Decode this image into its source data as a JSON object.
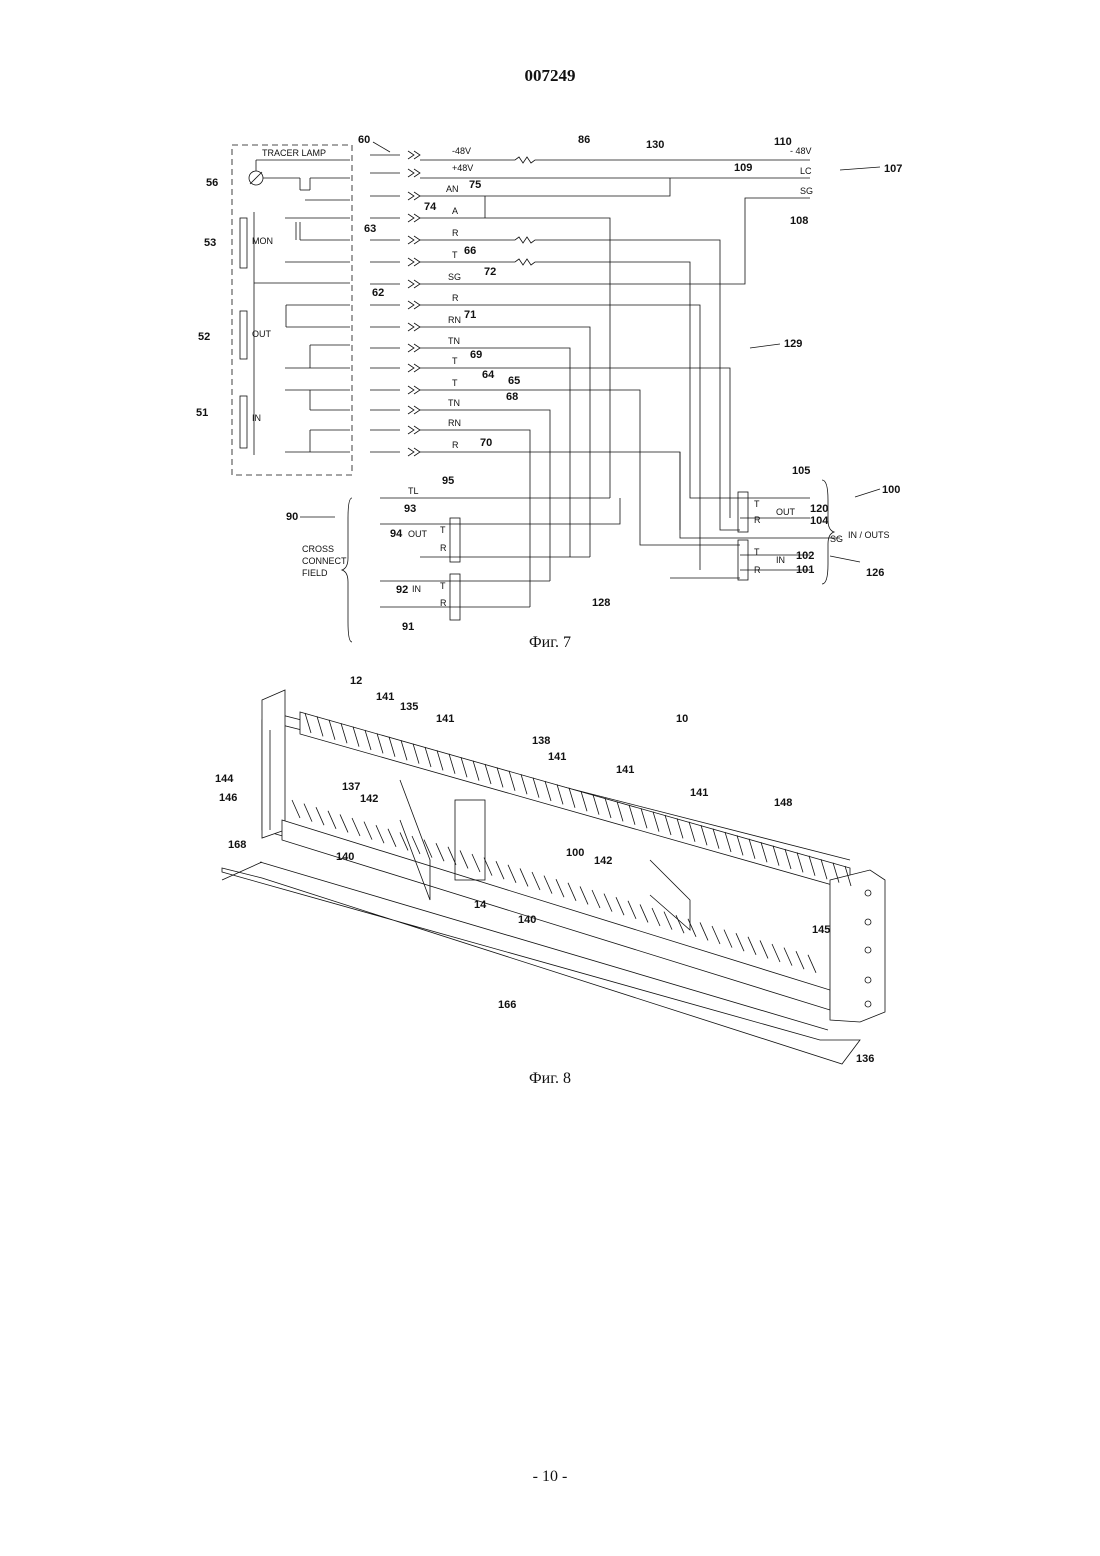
{
  "header": {
    "doc_number": "007249"
  },
  "footer": {
    "page_number": "- 10 -"
  },
  "fig7": {
    "caption": "Фиг. 7",
    "labels": {
      "tracer_lamp": "TRACER LAMP",
      "mon": "MON",
      "out": "OUT",
      "in": "IN",
      "m48v": "-48V",
      "p48v": "+48V",
      "an": "AN",
      "a": "A",
      "r": "R",
      "t": "T",
      "sg": "SG",
      "rn": "RN",
      "tn": "TN",
      "tl": "TL",
      "m48v_right": "- 48V",
      "lc": "LC",
      "sg_right": "SG",
      "in_outs": "IN / OUTS",
      "sg_out": "SG",
      "cross_connect": [
        "CROSS",
        "CONNECT",
        "FIELD"
      ]
    },
    "refs": {
      "r60": "60",
      "r86": "86",
      "r130": "130",
      "r110": "110",
      "r107": "107",
      "r109": "109",
      "r108": "108",
      "r56": "56",
      "r75": "75",
      "r74": "74",
      "r53": "53",
      "r63": "63",
      "r66": "66",
      "r72": "72",
      "r62": "62",
      "r52": "52",
      "r71": "71",
      "r69": "69",
      "r129": "129",
      "r64": "64",
      "r65": "65",
      "r51": "51",
      "r68": "68",
      "r70": "70",
      "r95": "95",
      "r105": "105",
      "r100": "100",
      "r90": "90",
      "r93": "93",
      "r120": "120",
      "r104": "104",
      "r94": "94",
      "r102": "102",
      "r101": "101",
      "r126": "126",
      "r92": "92",
      "r128": "128",
      "r91": "91"
    }
  },
  "fig8": {
    "caption": "Фиг. 8",
    "refs": {
      "r12": "12",
      "r141": "141",
      "r135": "135",
      "r10": "10",
      "r138": "138",
      "r144": "144",
      "r146": "146",
      "r137": "137",
      "r142": "142",
      "r148": "148",
      "r168": "168",
      "r140": "140",
      "r100": "100",
      "r14": "14",
      "r145": "145",
      "r166": "166",
      "r136": "136"
    }
  }
}
